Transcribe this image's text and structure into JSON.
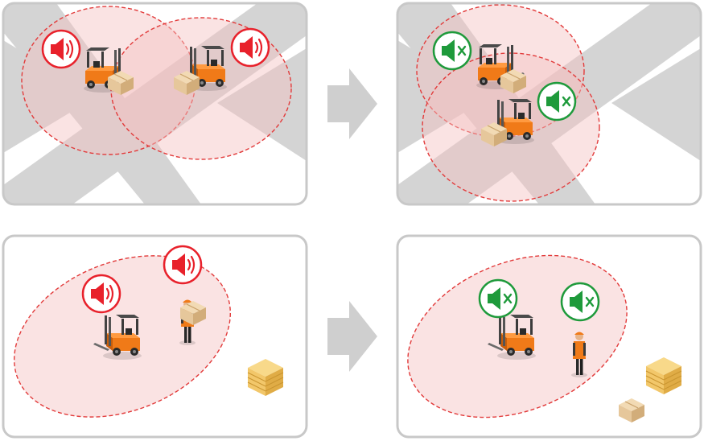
{
  "diagram": {
    "panels": [
      {
        "id": "top-left",
        "scene": "intersection",
        "alerts": [
          "sound-on",
          "sound-on"
        ]
      },
      {
        "id": "top-right",
        "scene": "intersection",
        "alerts": [
          "muted",
          "muted"
        ]
      },
      {
        "id": "bottom-left",
        "scene": "open-floor",
        "alerts": [
          "sound-on",
          "sound-on"
        ]
      },
      {
        "id": "bottom-right",
        "scene": "open-floor",
        "alerts": [
          "muted",
          "muted"
        ]
      }
    ],
    "arrows": [
      "before-after-top",
      "before-after-bottom"
    ],
    "icons": {
      "sound_on": "speaker-alarm-icon",
      "muted": "speaker-muted-icon",
      "forklift": "forklift-icon",
      "worker": "worker-icon",
      "box": "cardboard-box-icon",
      "pallets": "pallet-stack-icon"
    },
    "colors": {
      "alert_red": "#e8212b",
      "muted_green": "#1e9a3b",
      "zone_fill": "#f7d7d7",
      "zone_stroke": "#e23b3b",
      "road_gray": "#d4d4d4",
      "panel_border": "#c8c8c8",
      "arrow_gray": "#cfcfcf",
      "forklift_orange": "#f07a18",
      "box_tan": "#e6c79b",
      "pallet_yellow": "#f2c76a"
    }
  }
}
